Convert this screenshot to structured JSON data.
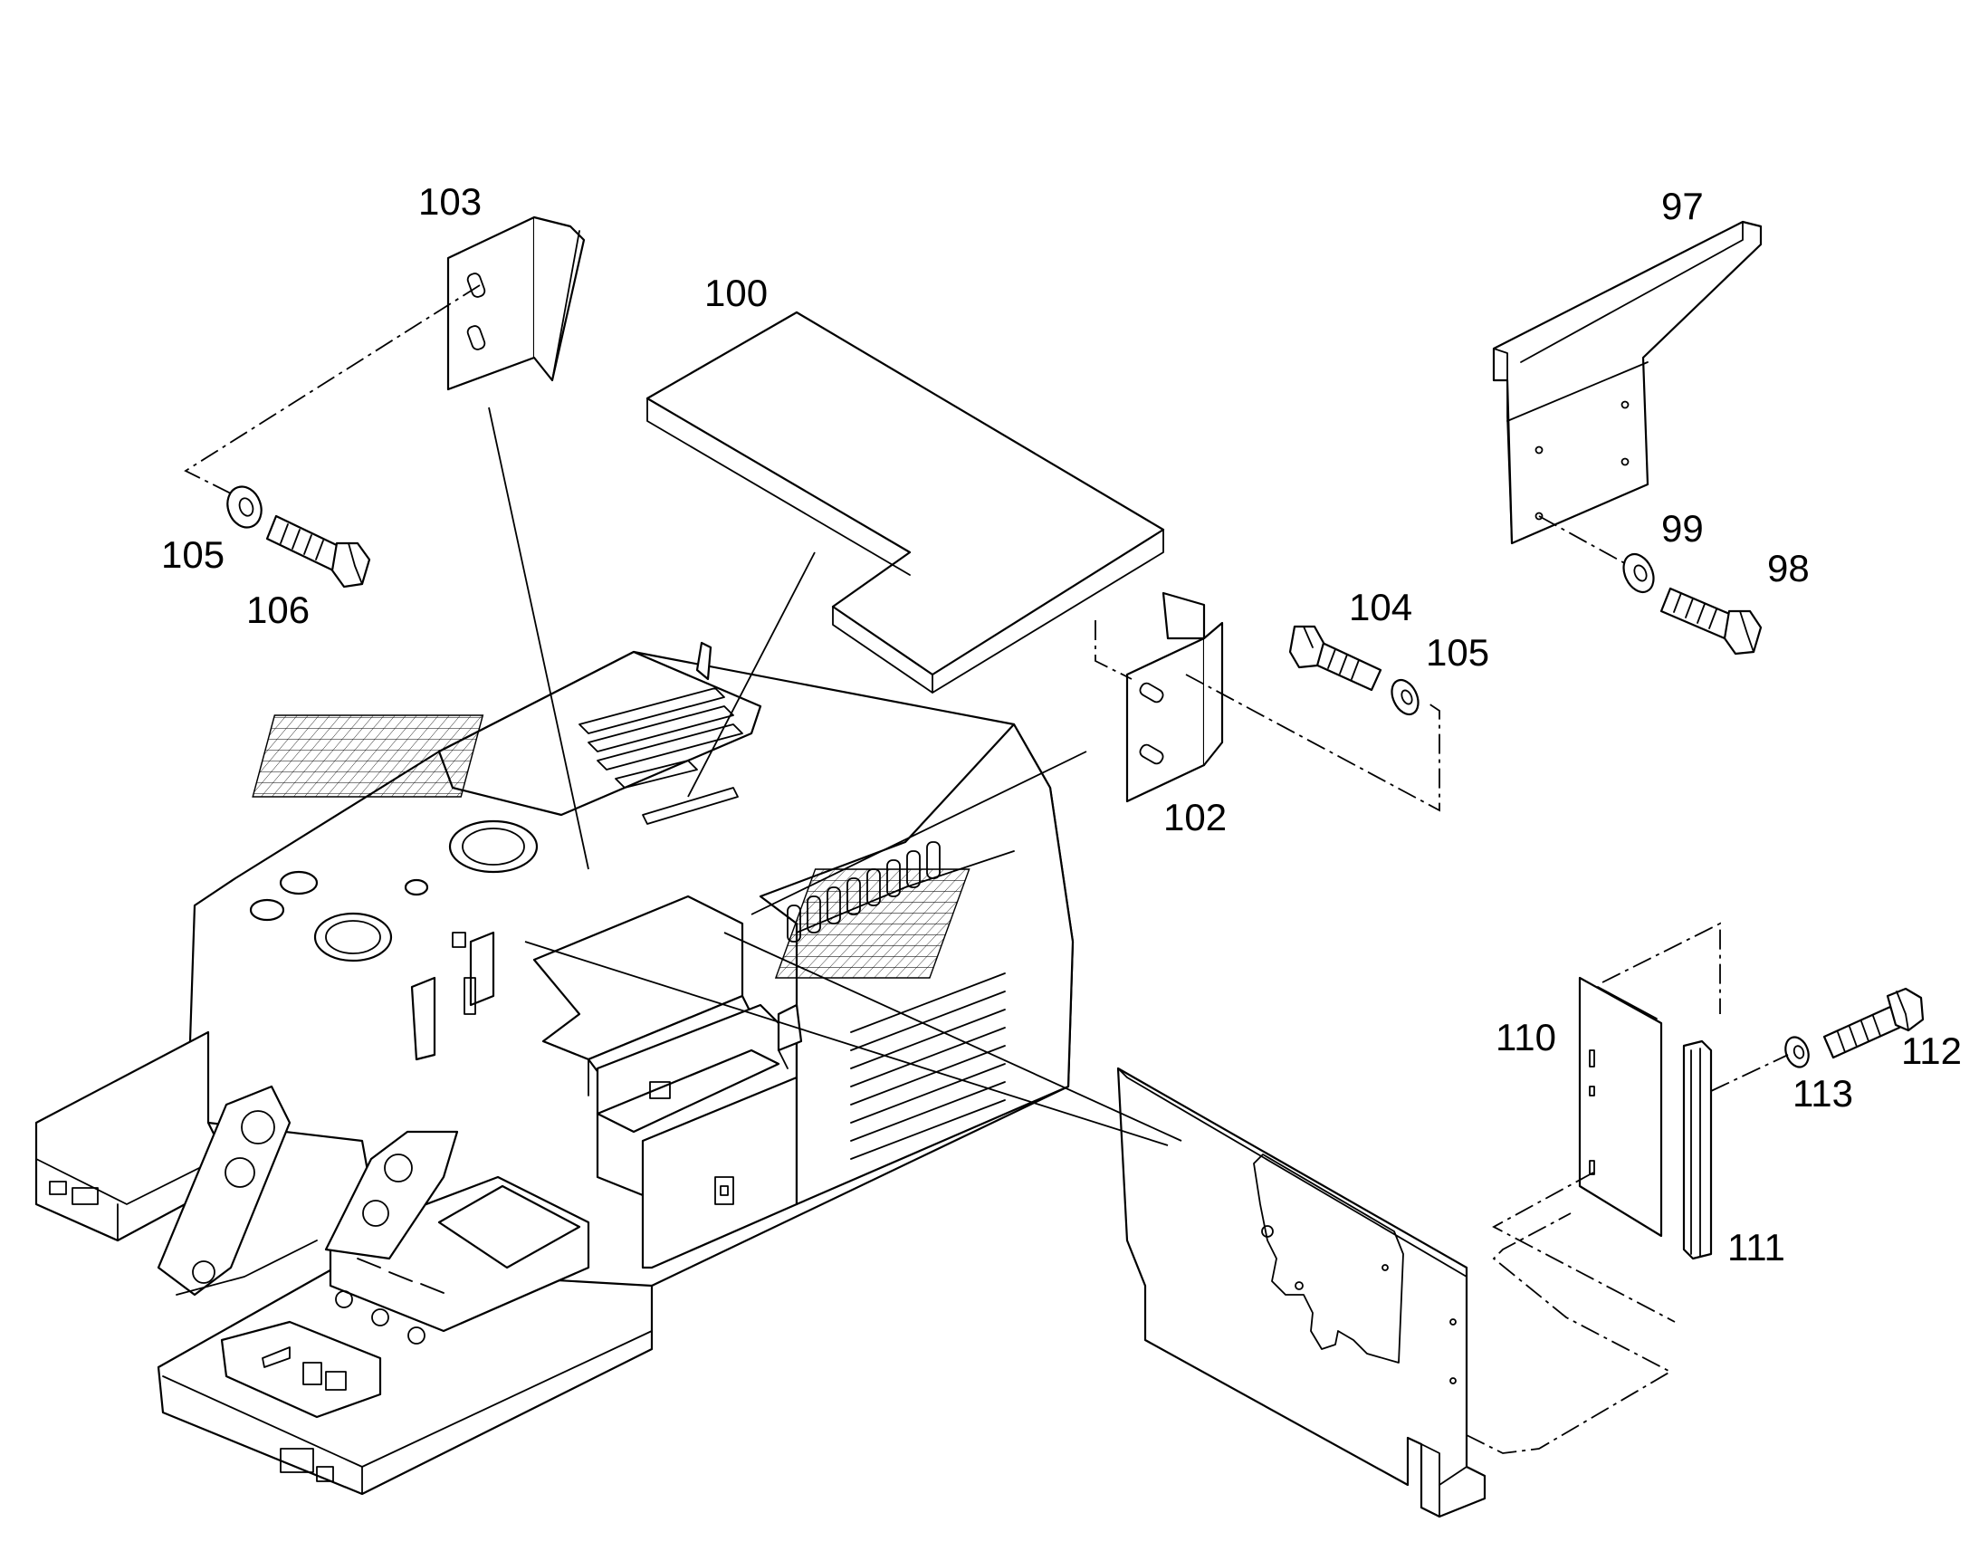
{
  "callouts": {
    "p97": "97",
    "p98": "98",
    "p99": "99",
    "p100": "100",
    "p102": "102",
    "p103": "103",
    "p104": "104",
    "p105_left": "105",
    "p105_right": "105",
    "p106": "106",
    "p110": "110",
    "p111": "111",
    "p112": "112",
    "p113": "113"
  }
}
